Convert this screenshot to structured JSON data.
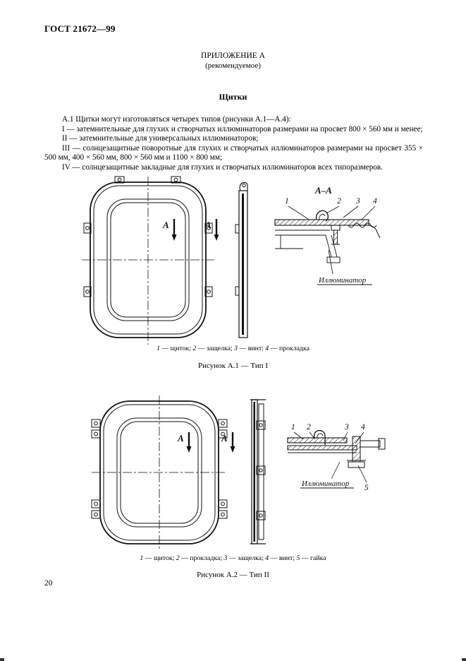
{
  "page": {
    "doc_number": "ГОСТ 21672—99",
    "page_number": "20"
  },
  "appendix": {
    "title": "ПРИЛОЖЕНИЕ А",
    "subtitle": "(рекомендуемое)",
    "heading": "Щитки"
  },
  "paragraphs": [
    "А.1  Щитки могут изготовляться четырех типов (рисунки А.1—А.4):",
    "I — затемнительные для глухих и створчатых иллюминаторов размерами на просвет 800 × 560 мм и менее;",
    "II — затемнительные для универсальных иллюминаторов;",
    "III — солнцезащитные поворотные для глухих и створчатых иллюминаторов размерами на просвет 355 × 500 мм, 400 × 560 мм, 800 × 560 мм и 1100 × 800 мм;",
    "IV — солнцезащитные закладные для глухих и створчатых иллюминаторов всех типоразмеров."
  ],
  "figure1": {
    "section_label": "А–А",
    "view_label": "А",
    "callouts": [
      "1",
      "2",
      "3",
      "4"
    ],
    "part_label": "Иллюминатор",
    "caption_items": [
      {
        "num": "1",
        "text": " — щиток; "
      },
      {
        "num": "2",
        "text": " — защелка; "
      },
      {
        "num": "3",
        "text": " — винт; "
      },
      {
        "num": "4",
        "text": " — прокладка"
      }
    ],
    "title": "Рисунок А.1 — Тип I"
  },
  "figure2": {
    "view_label": "А",
    "callouts": [
      "1",
      "2",
      "3",
      "4",
      "5"
    ],
    "part_label": "Иллюминатор",
    "caption_items": [
      {
        "num": "1",
        "text": " — щиток; "
      },
      {
        "num": "2",
        "text": " — прокладка; "
      },
      {
        "num": "3",
        "text": " — защелка; "
      },
      {
        "num": "4",
        "text": " — винт; "
      },
      {
        "num": "5",
        "text": " — гайка"
      }
    ],
    "title": "Рисунок А.2 — Тип II"
  }
}
